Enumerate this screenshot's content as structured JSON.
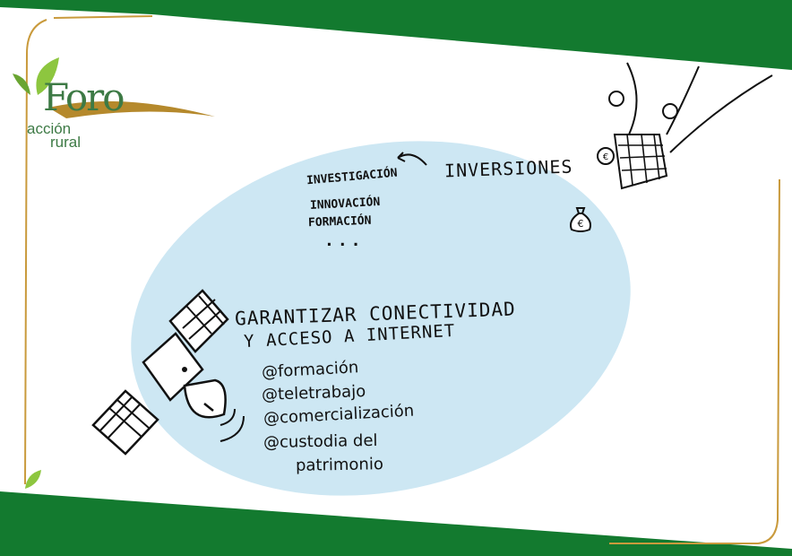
{
  "logo": {
    "name": "Foro",
    "sub1": "acción",
    "sub2": "rural"
  },
  "top_topics": {
    "items": [
      "INVESTIGACIÓN",
      "INNOVACIÓN",
      "FORMACIÓN"
    ],
    "more": "...",
    "investments": "INVERSIONES"
  },
  "connectivity": {
    "title_line1": "GARANTIZAR CONECTIVIDAD",
    "title_line2": "Y ACCESO A INTERNET",
    "uses": [
      "@formación",
      "@teletrabajo",
      "@comercialización",
      "@custodia del",
      "patrimonio"
    ]
  },
  "icons": {
    "money_bag": "money-bag-icon",
    "satellite": "satellite-icon",
    "balloon": "hot-air-balloon-icon",
    "euro_symbol": "€"
  },
  "colors": {
    "band_green": "#137a2f",
    "ellipse_blue": "#cde7f3",
    "frame_gold": "#c99a3c",
    "logo_green": "#3d7a45",
    "logo_gold": "#b5892c"
  }
}
